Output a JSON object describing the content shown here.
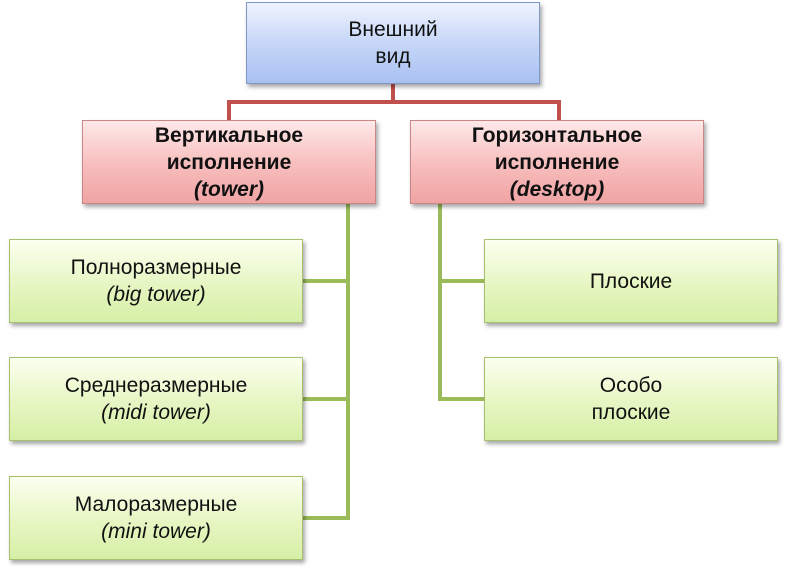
{
  "colors": {
    "top_connector": "#c0504d",
    "branch_connector": "#9bbb59"
  },
  "root": {
    "line1": "Внешний",
    "line2": "вид"
  },
  "vertical": {
    "line1": "Вертикальное",
    "line2": "исполнение",
    "line3": "(tower)",
    "children": [
      {
        "line1": "Полноразмерные",
        "line2": "(big tower)"
      },
      {
        "line1": "Среднеразмерные",
        "line2": "(midi tower)"
      },
      {
        "line1": "Малоразмерные",
        "line2": "(mini tower)"
      }
    ]
  },
  "horizontal": {
    "line1": "Горизонтальное",
    "line2": "исполнение",
    "line3": "(desktop)",
    "children": [
      {
        "line1": "Плоские"
      },
      {
        "line1": "Особо",
        "line2": "плоские"
      }
    ]
  }
}
